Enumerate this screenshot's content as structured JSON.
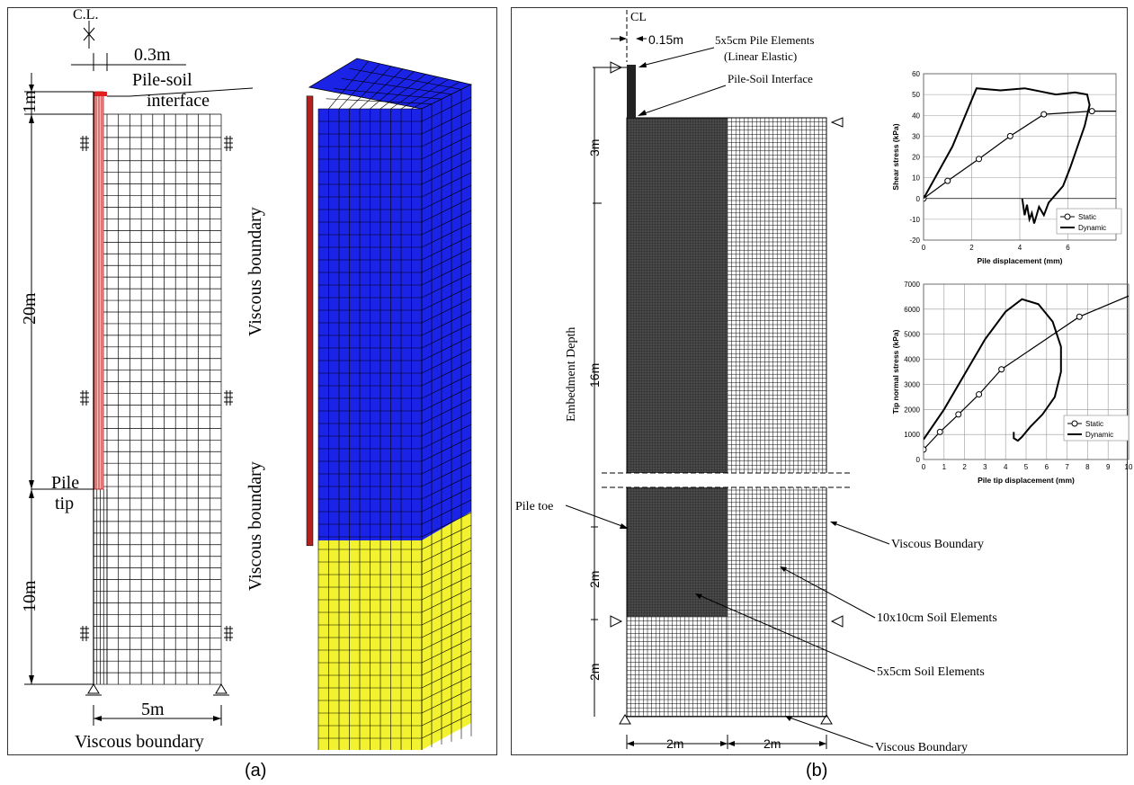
{
  "panel_a": {
    "centerline_label": "C.L.",
    "pile_radius": "0.3m",
    "pile_soil_interface": [
      "Pile-soil",
      "interface"
    ],
    "top_depth": "1m",
    "upper_depth": "20m",
    "lower_depth": "10m",
    "pile_tip": [
      "Pile",
      "tip"
    ],
    "width": "5m",
    "viscous_boundary_side": "Viscous boundary",
    "viscous_boundary_side_2": "Viscous boundary",
    "viscous_boundary_bottom": "Viscous boundary",
    "colors": {
      "pile": "#cc2b2b",
      "upper_soil": "#1a23e6",
      "lower_soil": "#f2f230"
    }
  },
  "panel_b": {
    "centerline_label": "CL",
    "pile_radius": "0.15m",
    "pile_elements": [
      "5x5cm Pile Elements",
      "(Linear Elastic)"
    ],
    "pile_soil_interface": "Pile-Soil Interface",
    "dim_top": "3m",
    "dim_embed": "16m",
    "embedment_label": "Embedment Depth",
    "dim_mid": "2m",
    "dim_bottom": "2m",
    "pile_toe": "Pile toe",
    "viscous_boundary_right": "Viscous Boundary",
    "soil_10": "10x10cm Soil Elements",
    "soil_5": "5x5cm Soil Elements",
    "viscous_boundary_bottom": "Viscous Boundary",
    "width_left": "2m",
    "width_right": "2m"
  },
  "captions": {
    "a": "(a)",
    "b": "(b)"
  },
  "chart_data": [
    {
      "type": "line",
      "xlabel": "Pile displacement (mm)",
      "ylabel": "Shear stress (kPa)",
      "xlim": [
        0,
        8
      ],
      "ylim": [
        -20,
        60
      ],
      "xticks": [
        0,
        2,
        4,
        6
      ],
      "yticks": [
        -20,
        -10,
        0,
        10,
        20,
        30,
        40,
        50,
        60
      ],
      "series": [
        {
          "name": "Static",
          "marker": "circle",
          "x": [
            0,
            1.0,
            2.3,
            3.6,
            5.0,
            7.0,
            9.5
          ],
          "y": [
            0,
            8.5,
            19,
            30,
            40.5,
            42,
            42
          ]
        },
        {
          "name": "Dynamic",
          "marker": "none",
          "x": [
            0,
            1.2,
            2.2,
            3.2,
            4.2,
            5.5,
            6.3,
            6.8,
            6.9,
            6.7,
            6.4,
            6.1,
            5.8,
            5.5,
            5.2,
            5.0,
            4.8,
            4.6,
            4.5,
            4.4,
            4.3,
            4.2,
            4.1
          ],
          "y": [
            0,
            25,
            53,
            52,
            53,
            50,
            51,
            50,
            45,
            35,
            25,
            15,
            6,
            2,
            -2,
            -8,
            -4,
            -12,
            -7,
            -10,
            -3,
            -8,
            0
          ]
        }
      ]
    },
    {
      "type": "line",
      "xlabel": "Pile tip displacement (mm)",
      "ylabel": "Tip normal stress (kPa)",
      "xlim": [
        0,
        10
      ],
      "ylim": [
        0,
        7000
      ],
      "xticks": [
        0,
        1,
        2,
        3,
        4,
        5,
        6,
        7,
        8,
        9,
        10
      ],
      "yticks": [
        0,
        1000,
        2000,
        3000,
        4000,
        5000,
        6000,
        7000
      ],
      "series": [
        {
          "name": "Static",
          "marker": "circle",
          "x": [
            0,
            0.8,
            1.7,
            2.7,
            3.8,
            7.6,
            10.5
          ],
          "y": [
            400,
            1100,
            1800,
            2600,
            3600,
            5700,
            6700
          ]
        },
        {
          "name": "Dynamic",
          "marker": "none",
          "x": [
            0,
            1.0,
            2.0,
            3.0,
            4.0,
            4.8,
            5.6,
            6.3,
            6.7,
            6.7,
            6.4,
            5.8,
            5.2,
            4.8,
            4.6,
            4.4,
            4.4
          ],
          "y": [
            800,
            2000,
            3400,
            4800,
            5900,
            6400,
            6200,
            5500,
            4500,
            3500,
            2500,
            1800,
            1300,
            900,
            750,
            850,
            1100
          ]
        }
      ]
    }
  ],
  "chart_legend": {
    "static": "Static",
    "dynamic": "Dynamic"
  }
}
